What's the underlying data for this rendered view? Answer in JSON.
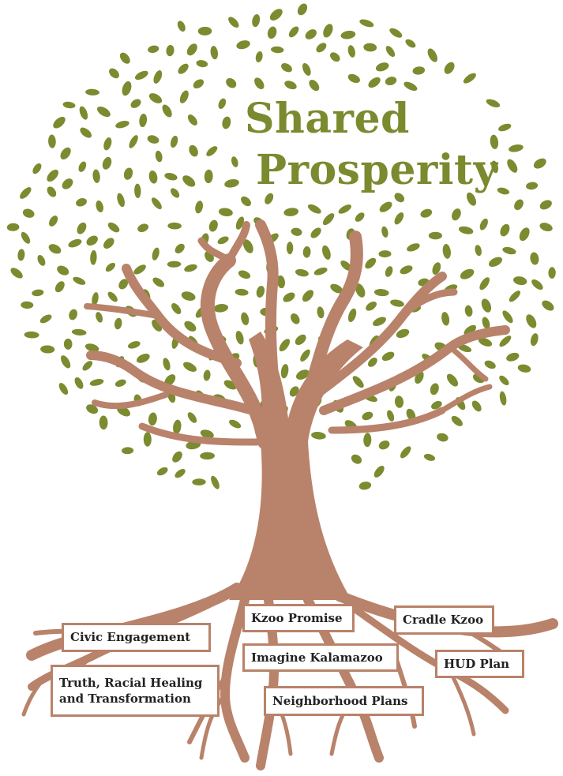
{
  "title": {
    "line1": "Shared",
    "line2": "Prosperity"
  },
  "roots": {
    "civic_engagement": "Civic Engagement",
    "truth_line1": "Truth, Racial Healing",
    "truth_line2": "and Transformation",
    "kzoo_promise": "Kzoo Promise",
    "imagine_kalamazoo": "Imagine Kalamazoo",
    "neighborhood_plans": "Neighborhood Plans",
    "cradle_kzoo": "Cradle Kzoo",
    "hud_plan": "HUD Plan"
  },
  "colors": {
    "leaf": "#7b8b2f",
    "trunk": "#b9826a",
    "title": "#7a8a2e",
    "box_border": "#b9826a"
  }
}
